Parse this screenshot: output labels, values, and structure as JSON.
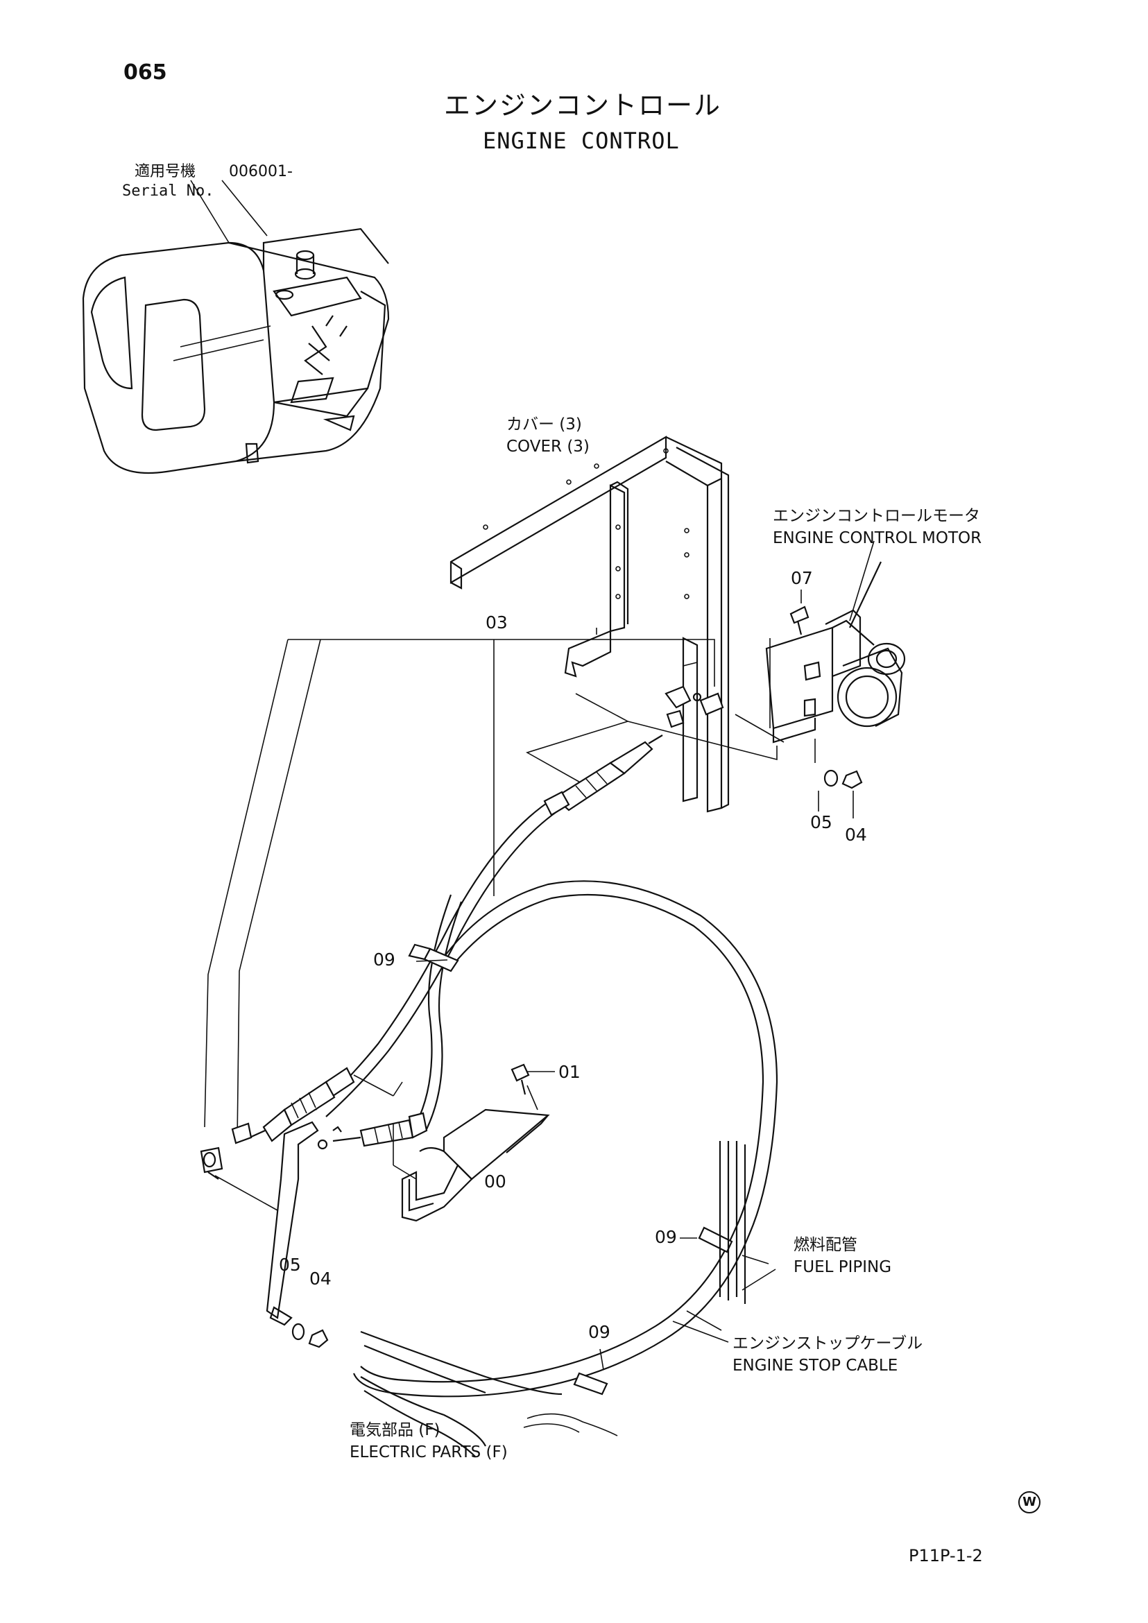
{
  "header": {
    "page_number": "065",
    "title_jp": "エンジンコントロール",
    "title_en": "ENGINE CONTROL",
    "serial_label_jp": "適用号機",
    "serial_value": "006001-",
    "serial_label_en": "Serial No."
  },
  "callouts": {
    "cover_jp": "カバー (3)",
    "cover_en": "COVER (3)",
    "motor_jp": "エンジンコントロールモータ",
    "motor_en": "ENGINE CONTROL MOTOR",
    "fuel_jp": "燃料配管",
    "fuel_en": "FUEL PIPING",
    "stop_cable_jp": "エンジンストップケーブル",
    "stop_cable_en": "ENGINE STOP CABLE",
    "electric_jp": "電気部品 (F)",
    "electric_en": "ELECTRIC PARTS (F)"
  },
  "part_numbers": {
    "p07": "07",
    "p03": "03",
    "p05_top": "05",
    "p04_top": "04",
    "p09_a": "09",
    "p01": "01",
    "p00": "00",
    "p05_bottom": "05",
    "p04_bottom": "04",
    "p09_b": "09",
    "p09_c": "09"
  },
  "footer": {
    "w_mark": "W",
    "drawing_code": "P11P-1-2"
  }
}
